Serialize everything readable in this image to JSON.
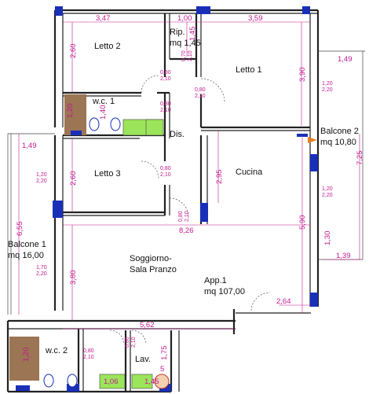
{
  "rooms": {
    "letto2": "Letto 2",
    "rip": "Rip.",
    "rip_area": "mq 1,45",
    "letto1": "Letto 1",
    "wc1": "w.c. 1",
    "dis": "Dis.",
    "balcone2": "Balcone 2",
    "balcone2_area": "mq 10,80",
    "letto3": "Letto 3",
    "cucina": "Cucina",
    "balcone1": "Balcone 1",
    "balcone1_area": "mq 16,00",
    "soggiorno_1": "Soggiorno-",
    "soggiorno_2": "Sala Pranzo",
    "app": "App.1",
    "app_area": "mq 107,00",
    "wc2": "w.c. 2",
    "lav": "Lav."
  },
  "dims": {
    "top_a": "3,47",
    "top_b": "1,00",
    "top_c": "3,59",
    "rip_h": "1,45",
    "letto2_h": "2,60",
    "letto1_h": "3,90",
    "right_w": "1,49",
    "wc1_h": "1,40",
    "wc1_w": "1,20",
    "left_b1": "1,49",
    "total_h": "7,25",
    "letto3_h": "2,60",
    "cucina_h": "2,95",
    "mid_w": "8,26",
    "balcone1_h": "6,55",
    "sogg_h": "3,80",
    "right_h": "5,90",
    "win_h": "1,30",
    "right_b": "1,39",
    "app_b": "2,64",
    "bottom_w": "5,62",
    "wc2_w": "1,20",
    "lav_w": "1,06",
    "lav_h": "1,75",
    "lav_b": "1,45",
    "stray": "5"
  },
  "openings": {
    "o070": "0,70",
    "o080": "0,80",
    "o120": "1,20",
    "o170": "1,70",
    "o210": "2,10",
    "o220": "2,20"
  }
}
